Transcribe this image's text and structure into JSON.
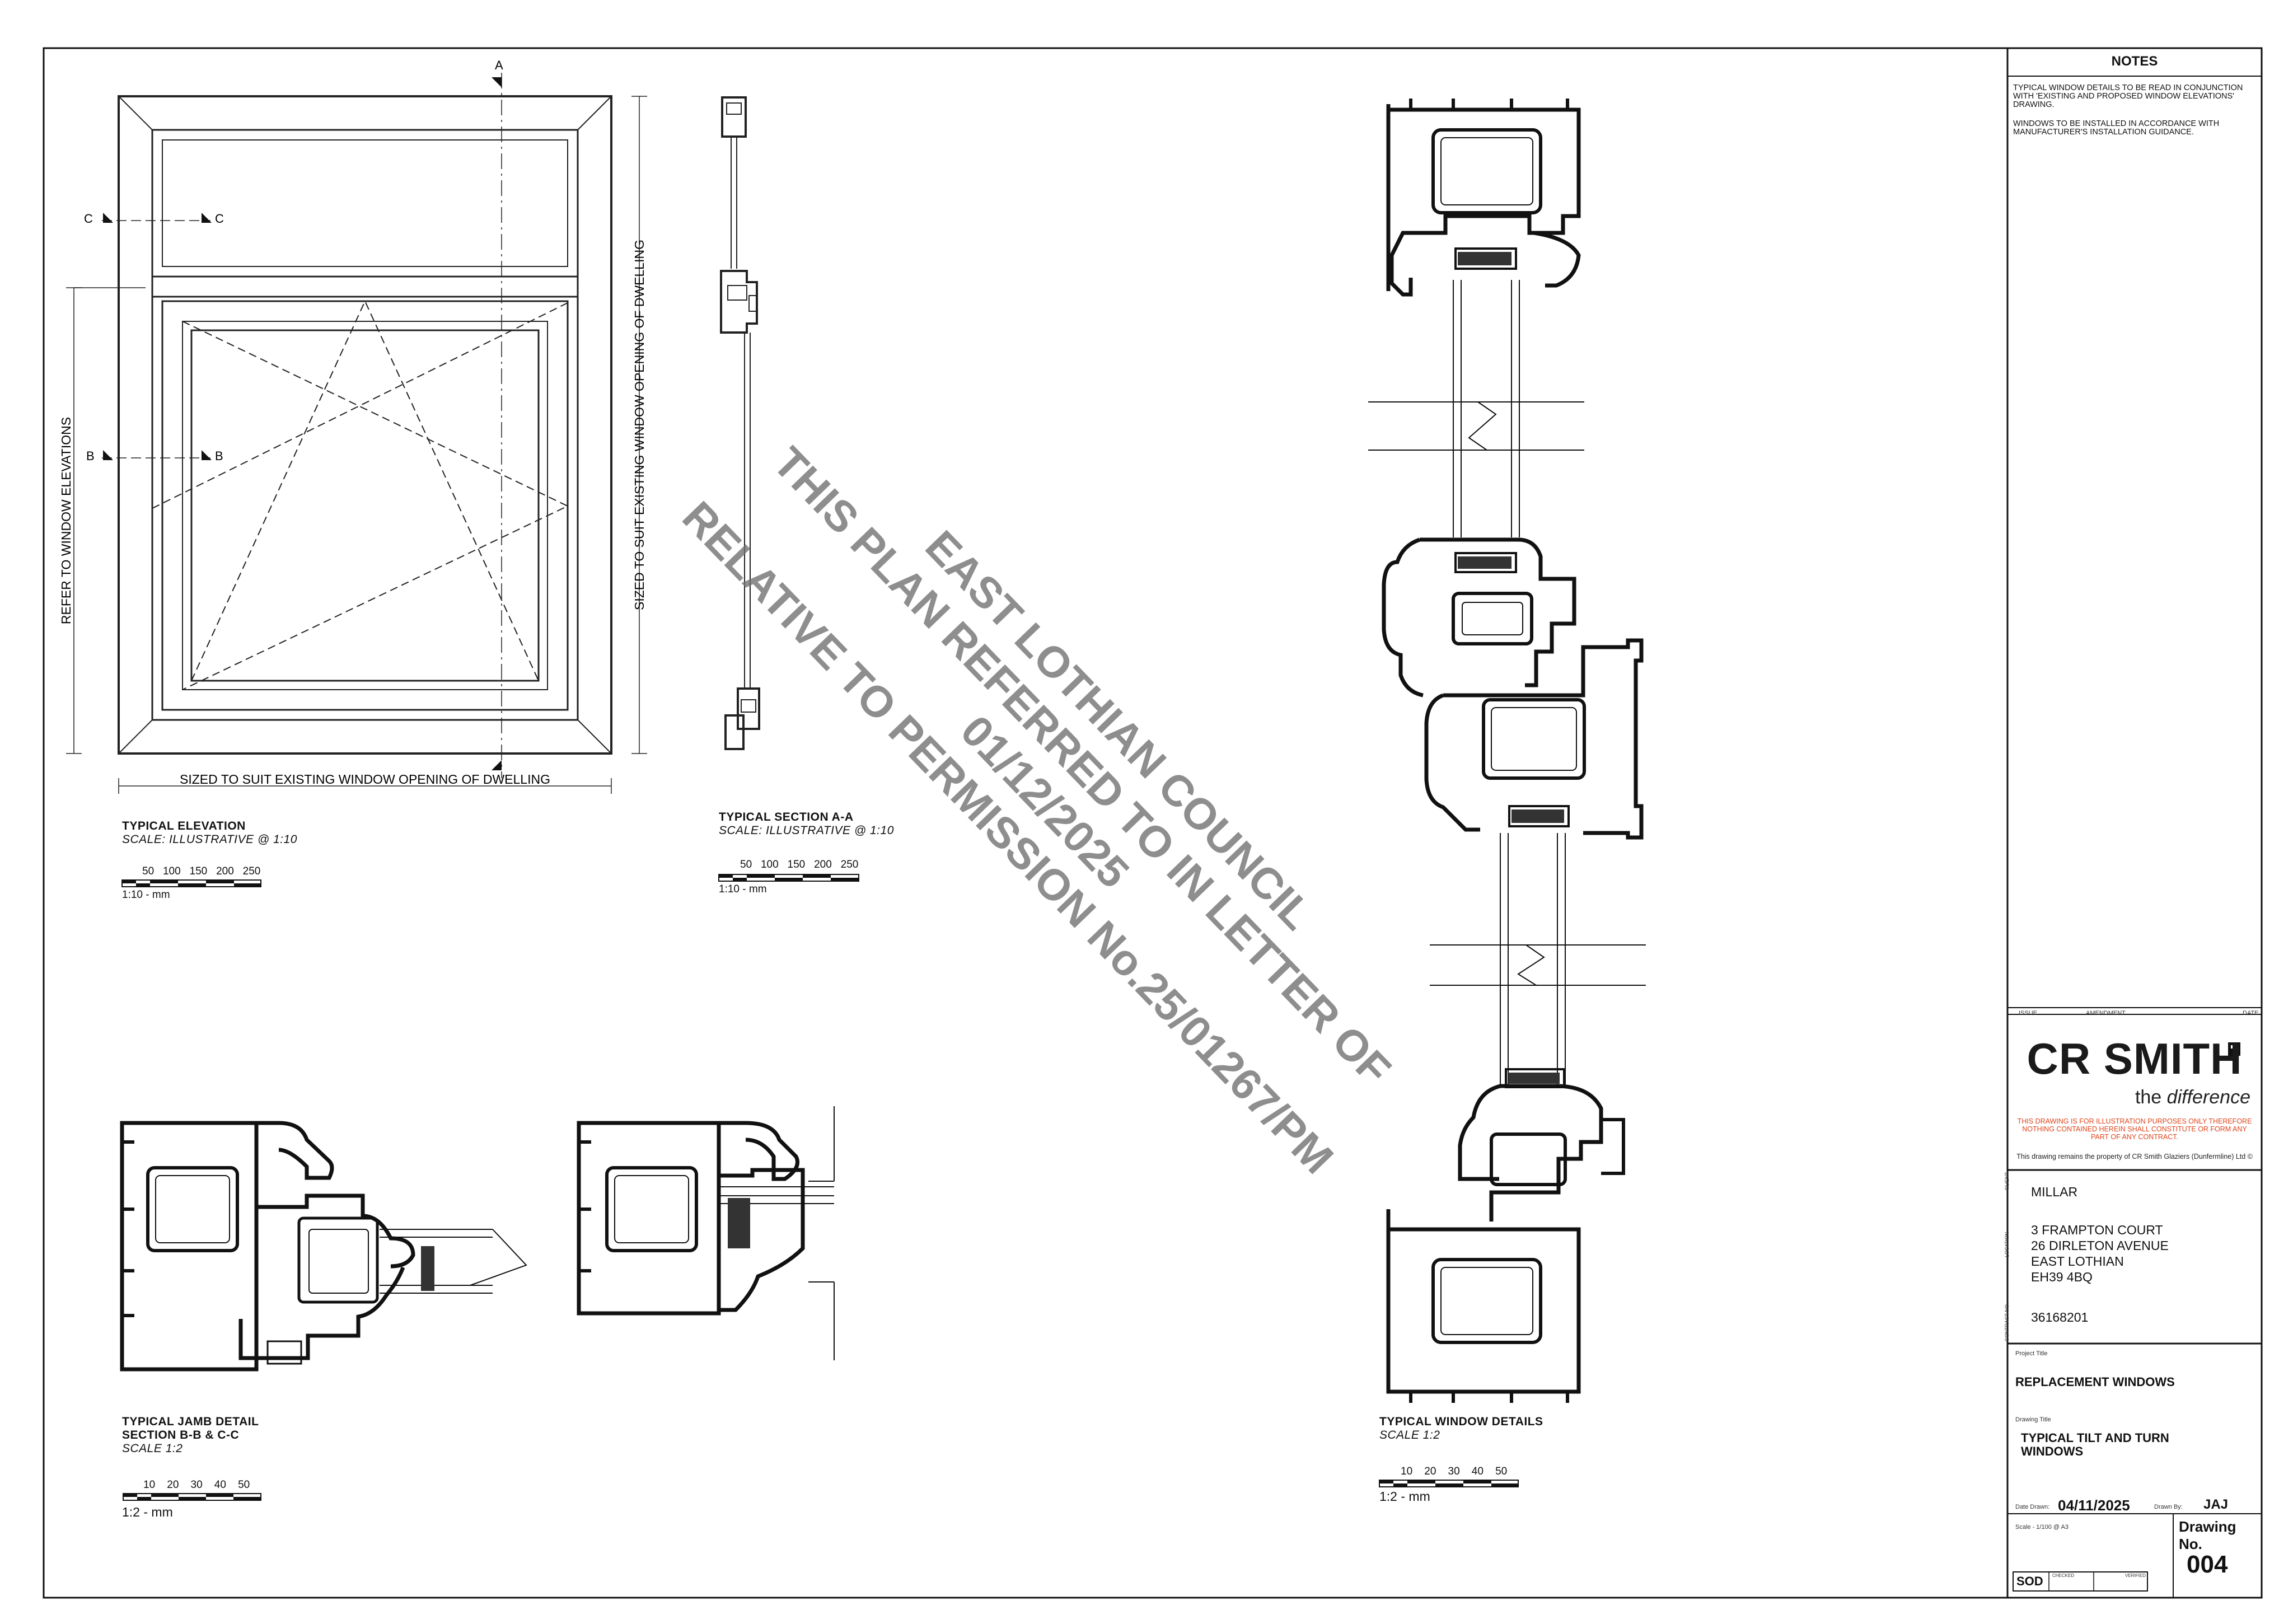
{
  "notes": {
    "heading": "NOTES",
    "items": [
      "TYPICAL WINDOW DETAILS TO BE READ IN CONJUNCTION WITH 'EXISTING AND PROPOSED WINDOW ELEVATIONS' DRAWING.",
      "WINDOWS TO BE INSTALLED IN ACCORDANCE WITH MANUFACTURER'S INSTALLATION GUIDANCE."
    ]
  },
  "revisions": {
    "issue": "ISSUE",
    "amendment": "AMENDMENT",
    "date": "DATE"
  },
  "brand": {
    "logo": "CR SMITH",
    "tagline_prefix": "the ",
    "tagline_emph": "difference",
    "disclaimer": "THIS DRAWING IS FOR ILLUSTRATION PURPOSES ONLY THEREFORE NOTHING CONTAINED HEREIN SHALL CONSTITUTE OR FORM ANY PART OF ANY CONTRACT.",
    "property": "This drawing remains the property of CR Smith Glaziers (Dunfermline) Ltd ©",
    "accent_color": "#e0441a"
  },
  "client": {
    "label": "CLIENT",
    "name": "MILLAR"
  },
  "location": {
    "label": "LOCATION",
    "lines": [
      "3 FRAMPTON COURT",
      "26 DIRLETON AVENUE",
      "EAST LOTHIAN",
      "EH39 4BQ"
    ]
  },
  "contract": {
    "label": "CONTRACT NO.",
    "number": "36168201"
  },
  "project": {
    "label": "Project Title",
    "title": "REPLACEMENT WINDOWS"
  },
  "drawing": {
    "label": "Drawing Title",
    "title_line1": "TYPICAL TILT AND TURN",
    "title_line2": "WINDOWS",
    "date_label": "Date Drawn:",
    "date": "04/11/2025",
    "drawn_by_label": "Drawn By:",
    "drawn_by": "JAJ",
    "scale_text": "Scale - 1/100  @ A3",
    "number_label": "Drawing No.",
    "number": "004",
    "surveyor": "SOD",
    "checked_label": "CHECKED",
    "verified_label": "VERIFIED"
  },
  "views": {
    "elevation": {
      "title": "TYPICAL ELEVATION",
      "scale": "SCALE: ILLUSTRATIVE @ 1:10",
      "bar_ticks": [
        "50",
        "100",
        "150",
        "200",
        "250"
      ],
      "bar_unit": "1:10 - mm",
      "dim_bottom": "SIZED TO SUIT EXISTING WINDOW OPENING OF DWELLING",
      "dim_right": "SIZED TO SUIT EXISTING WINDOW OPENING OF DWELLING",
      "dim_left": "REFER TO WINDOW ELEVATIONS",
      "markers": {
        "a": "A",
        "b": "B",
        "c": "C"
      }
    },
    "section_aa": {
      "title": "TYPICAL SECTION A-A",
      "scale": "SCALE: ILLUSTRATIVE @ 1:10",
      "bar_ticks": [
        "50",
        "100",
        "150",
        "200",
        "250"
      ],
      "bar_unit": "1:10 - mm"
    },
    "jamb": {
      "title_line1": "TYPICAL JAMB DETAIL",
      "title_line2": "SECTION B-B & C-C",
      "scale": "SCALE 1:2",
      "bar_ticks": [
        "10",
        "20",
        "30",
        "40",
        "50"
      ],
      "bar_unit": "1:2 - mm"
    },
    "window_details": {
      "title": "TYPICAL WINDOW DETAILS",
      "scale": "SCALE 1:2",
      "bar_ticks": [
        "10",
        "20",
        "30",
        "40",
        "50"
      ],
      "bar_unit": "1:2 - mm"
    }
  },
  "watermark": {
    "line1": "EAST LOTHIAN COUNCIL",
    "line2": "THIS PLAN REFERRED TO IN LETTER OF",
    "line3": "01/12/2025",
    "line4": "RELATIVE TO PERMISSION No.25/01267/PM"
  }
}
